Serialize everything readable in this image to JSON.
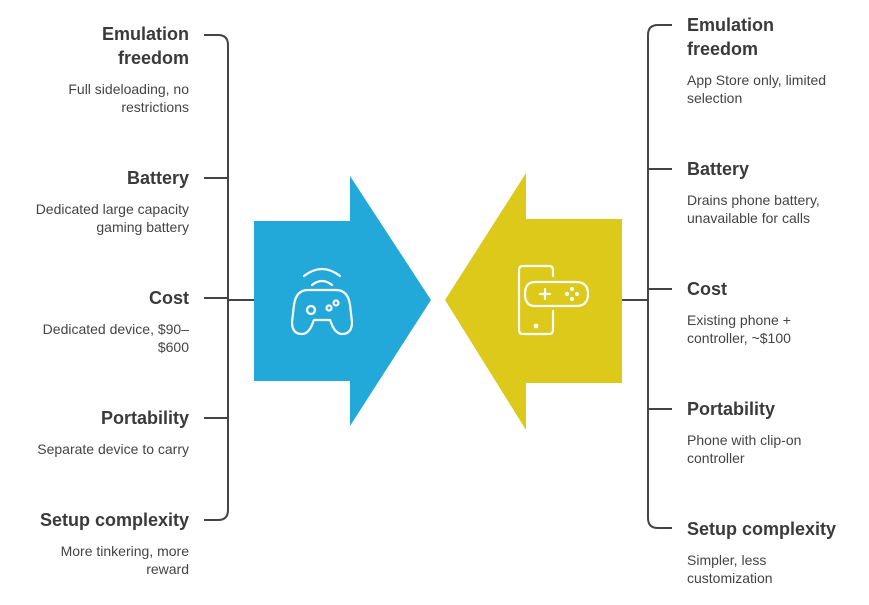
{
  "left_items": [
    {
      "title": "Emulation freedom",
      "desc": "Full sideloading, no restrictions"
    },
    {
      "title": "Battery",
      "desc": "Dedicated large capacity gaming battery"
    },
    {
      "title": "Cost",
      "desc": "Dedicated device, $90–$600"
    },
    {
      "title": "Portability",
      "desc": "Separate device to carry"
    },
    {
      "title": "Setup complexity",
      "desc": "More tinkering, more reward"
    }
  ],
  "right_items": [
    {
      "title": "Emulation freedom",
      "desc": "App Store only, limited selection"
    },
    {
      "title": "Battery",
      "desc": "Drains phone battery, unavailable for calls"
    },
    {
      "title": "Cost",
      "desc": "Existing phone + controller, ~$100"
    },
    {
      "title": "Portability",
      "desc": "Phone with clip-on controller"
    },
    {
      "title": "Setup complexity",
      "desc": "Simpler, less customization"
    }
  ],
  "colors": {
    "left_arrow": "#22a9da",
    "right_arrow": "#dcc91a",
    "line": "#444444",
    "icon": "#ffffff"
  },
  "icons": {
    "left": "wireless-gamepad-icon",
    "right": "phone-gamepad-icon"
  }
}
